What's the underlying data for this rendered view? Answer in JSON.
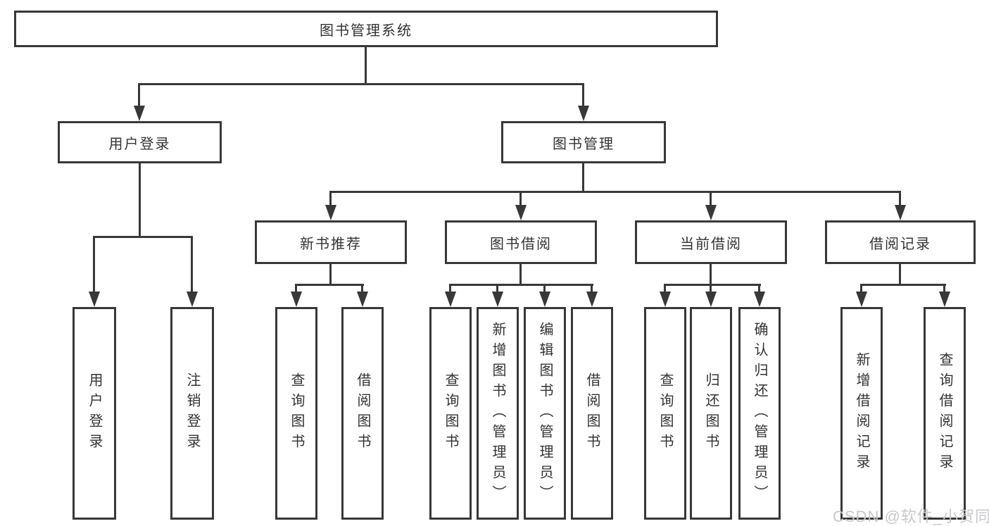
{
  "diagram_title": "图书管理系统",
  "tree": {
    "label": "图书管理系统",
    "children": [
      {
        "label": "用户登录",
        "children": [
          {
            "label": "用户登录"
          },
          {
            "label": "注销登录"
          }
        ]
      },
      {
        "label": "图书管理",
        "children": [
          {
            "label": "新书推荐",
            "children": [
              {
                "label": "查询图书"
              },
              {
                "label": "借阅图书"
              }
            ]
          },
          {
            "label": "图书借阅",
            "children": [
              {
                "label": "查询图书"
              },
              {
                "label": "新增图书（管理员）"
              },
              {
                "label": "编辑图书（管理员）"
              },
              {
                "label": "借阅图书"
              }
            ]
          },
          {
            "label": "当前借阅",
            "children": [
              {
                "label": "查询图书"
              },
              {
                "label": "归还图书"
              },
              {
                "label": "确认归还（管理员）"
              }
            ]
          },
          {
            "label": "借阅记录",
            "children": [
              {
                "label": "新增借阅记录"
              },
              {
                "label": "查询借阅记录"
              }
            ]
          }
        ]
      }
    ]
  },
  "watermark": {
    "text": "CSDN @软件_小贺同学"
  },
  "colors": {
    "line": "#383838",
    "box_border": "#383838",
    "box_background": "#ffffff",
    "text": "#333333",
    "watermark": "#c8c8cd",
    "page_background": "#ffffff"
  }
}
